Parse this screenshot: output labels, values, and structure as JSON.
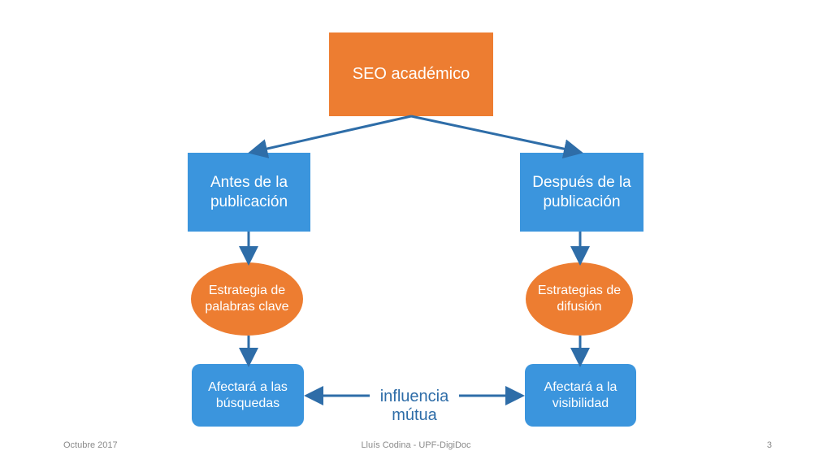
{
  "colors": {
    "orange": "#ed7d31",
    "blue": "#3b95dd",
    "arrow": "#2e6da8",
    "text_light": "#ffffff",
    "footer_text": "#8a8a8a"
  },
  "diagram": {
    "top": {
      "label": "SEO académico"
    },
    "left": {
      "phase": "Antes de la\npublicación",
      "strategy": "Estrategia de\npalabras clave",
      "effect": "Afectará a las\nbúsquedas"
    },
    "right": {
      "phase": "Después de la\npublicación",
      "strategy": "Estrategias de\ndifusión",
      "effect": "Afectará a la\nvisibilidad"
    },
    "relation": "influencia\nmútua"
  },
  "footer": {
    "date": "Octubre 2017",
    "author": "Lluís Codina - UPF-DigiDoc",
    "page_number": "3"
  }
}
